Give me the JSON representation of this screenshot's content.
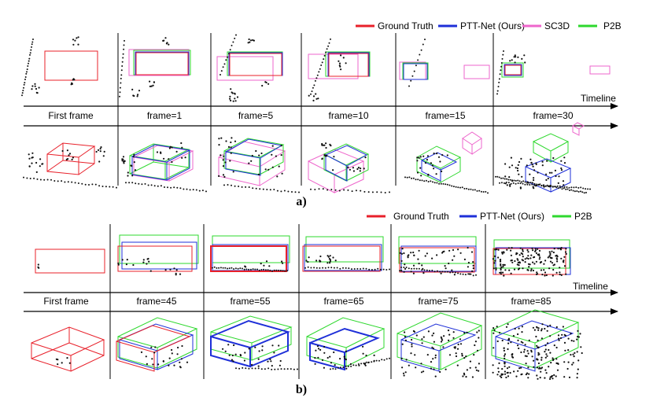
{
  "colors": {
    "ground_truth": "#e8202a",
    "ptt_net": "#1e2fd8",
    "sc3d": "#ee66cc",
    "p2b": "#2ed82e",
    "points": "#111111",
    "axis": "#000000"
  },
  "panel_a": {
    "caption": "a)",
    "legend": [
      {
        "label": "Ground Truth",
        "color_key": "ground_truth"
      },
      {
        "label": "PTT-Net (Ours)",
        "color_key": "ptt_net"
      },
      {
        "label": "SC3D",
        "color_key": "sc3d"
      },
      {
        "label": "P2B",
        "color_key": "p2b"
      }
    ],
    "timeline_label": "Timeline",
    "frames": [
      "First frame",
      "frame=1",
      "frame=5",
      "frame=10",
      "frame=15",
      "frame=30"
    ]
  },
  "panel_b": {
    "caption": "b)",
    "legend": [
      {
        "label": "Ground Truth",
        "color_key": "ground_truth"
      },
      {
        "label": "PTT-Net (Ours)",
        "color_key": "ptt_net"
      },
      {
        "label": "P2B",
        "color_key": "p2b"
      }
    ],
    "timeline_label": "Timeline",
    "frames": [
      "First frame",
      "frame=45",
      "frame=55",
      "frame=65",
      "frame=75",
      "frame=85"
    ]
  }
}
